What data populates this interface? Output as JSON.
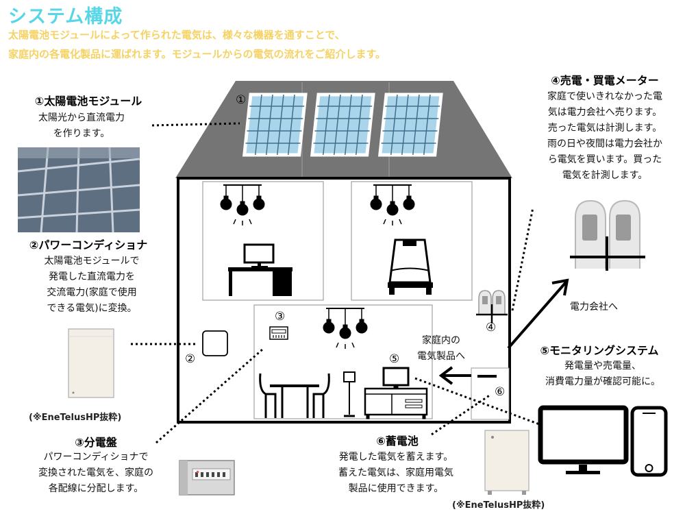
{
  "header": {
    "title": "システム構成",
    "subtitle_line1": "太陽電池モジュールによって作られた電気は、様々な機器を通すことで、",
    "subtitle_line2": "家庭内の各電化製品に運ばれます。モジュールからの電気の流れをご紹介します。"
  },
  "components": {
    "c1": {
      "number": "①",
      "heading": "①太陽電池モジュール",
      "line1": "太陽光から直流電力",
      "line2": "を作ります。"
    },
    "c2": {
      "number": "②",
      "heading": "②パワーコンディショナ",
      "line1": "太陽電池モジュールで",
      "line2": "発電した直流電力を",
      "line3": "交流電力(家庭で使用",
      "line4": "できる電気)に変換。",
      "credit": "(※EneTelusHP抜粋)"
    },
    "c3": {
      "number": "③",
      "heading": "③分電盤",
      "line1": "パワーコンディショナで",
      "line2": "変換された電気を、家庭の",
      "line3": "各配線に分配します。"
    },
    "c4": {
      "number": "④",
      "heading": "④売電・買電メーター",
      "line1": "家庭で使いきれなかった電",
      "line2": "気は電力会社へ売ります。",
      "line3": "売った電気は計測します。",
      "line4": "雨の日や夜間は電力会社か",
      "line5": "ら電気を買います。買った",
      "line6": "電気を計測します。",
      "to_company": "電力会社へ"
    },
    "c5": {
      "number": "⑤",
      "heading": "⑤モニタリングシステム",
      "line1": "発電量や売電量、",
      "line2": "消費電力量が確認可能に。"
    },
    "c6": {
      "number": "⑥",
      "heading": "⑥蓄電池",
      "line1": "発電した電気を蓄えます。",
      "line2": "蓄えた電気は、家庭用電気",
      "line3": "製品に使用できます。",
      "credit": "(※EneTelusHP抜粋)"
    }
  },
  "house": {
    "to_appliances_line1": "家庭内の",
    "to_appliances_line2": "電気製品へ"
  },
  "icons": [
    "solar-panel-icon",
    "ceiling-light-icon",
    "desk-icon",
    "bed-icon",
    "dining-table-icon",
    "floor-lamp-icon",
    "tv-icon",
    "meter-icon",
    "monitor-icon",
    "smartphone-icon",
    "distribution-board-icon",
    "battery-icon"
  ],
  "colors": {
    "title": "#56d6e6",
    "subtitle": "#f5d264",
    "roof": "#757575",
    "panel": "#a9d4ea"
  }
}
